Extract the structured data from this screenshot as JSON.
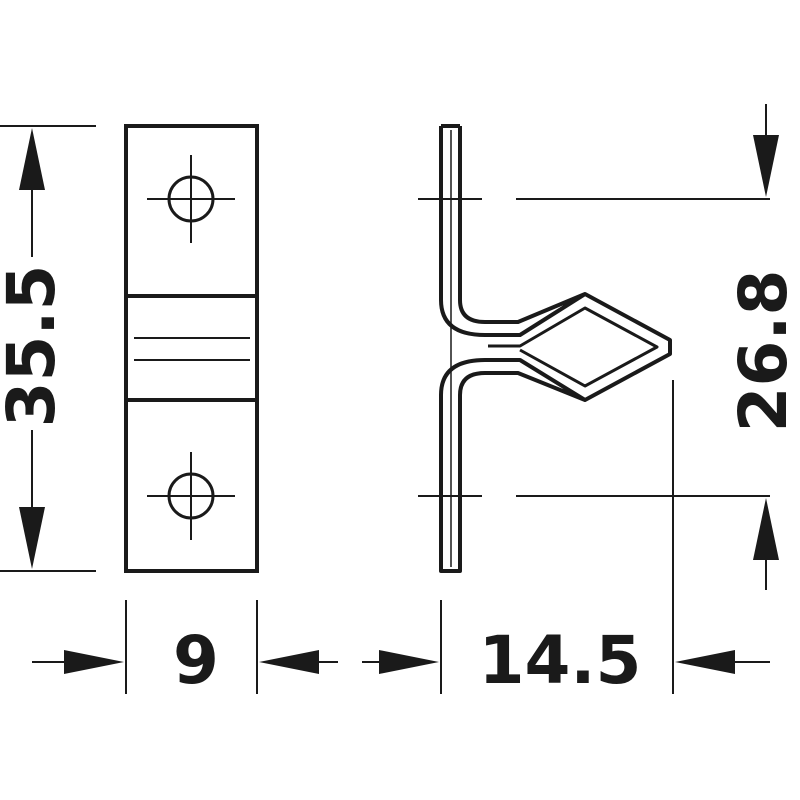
{
  "drawing": {
    "line_color": "#1a1a1a",
    "background": "#ffffff",
    "dimensions": {
      "height": "35.5",
      "width": "9",
      "depth": "14.5",
      "hole_spacing": "26.8"
    }
  }
}
